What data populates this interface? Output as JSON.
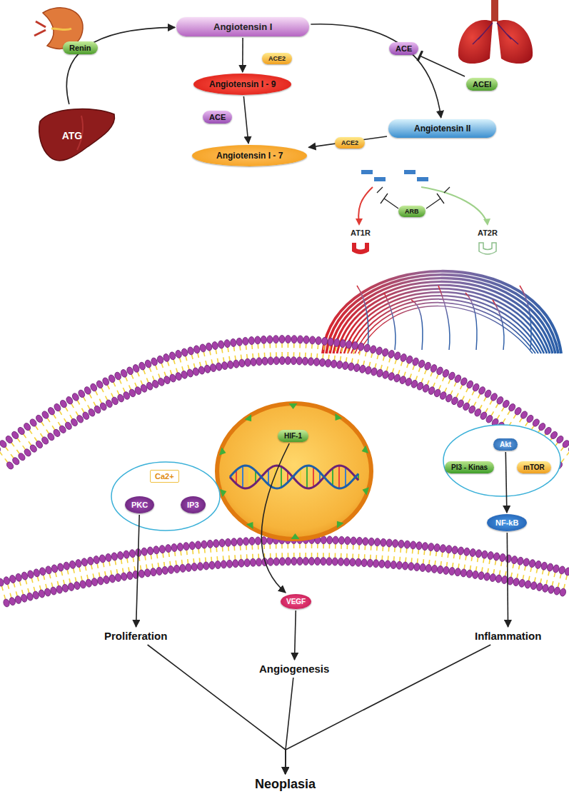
{
  "diagram": {
    "nodes": [
      {
        "text": [
          "Renin"
        ]
      },
      {
        "text": [
          "Angiotensin I"
        ]
      },
      {
        "text": [
          "ACE2"
        ]
      },
      {
        "text": [
          "Angiotensin I - 9"
        ]
      },
      {
        "text": [
          "ACE"
        ]
      },
      {
        "text": [
          "ACEI"
        ]
      },
      {
        "text": [
          "ATG"
        ]
      },
      {
        "text": [
          "ACE"
        ]
      },
      {
        "text": [
          "Angiotensin II"
        ]
      },
      {
        "text": [
          "ACE2"
        ]
      },
      {
        "text": [
          "Angiotensin I - 7"
        ]
      },
      {
        "text": [
          "ARB"
        ]
      },
      {
        "text": [
          "Ca2+"
        ]
      },
      {
        "text": [
          "PKC"
        ]
      },
      {
        "text": [
          "IP3"
        ]
      },
      {
        "text": [
          "HIF-1"
        ]
      },
      {
        "text": [
          "Akt"
        ]
      },
      {
        "text": [
          "PI3 - Kinas"
        ]
      },
      {
        "text": [
          "mTOR"
        ]
      },
      {
        "text": [
          "VEGF"
        ]
      },
      {
        "text": [
          "NF-kB"
        ]
      },
      {
        "text": [
          "Proliferation"
        ]
      },
      {
        "text": [
          "Angiogenesis"
        ]
      },
      {
        "text": [
          "Inflammation"
        ]
      },
      {
        "text": [
          "Neoplasia"
        ]
      }
    ],
    "edges": [
      {
        "from": 6,
        "to": 1,
        "arrow": "to"
      },
      {
        "from": 1,
        "to": 8,
        "arrow": "to"
      },
      {
        "from": 1,
        "to": 3,
        "arrow": "to"
      },
      {
        "from": 3,
        "to": 10,
        "arrow": "to"
      },
      {
        "from": 8,
        "to": 10,
        "arrow": "to"
      },
      {
        "from": 5,
        "to": 4,
        "arrow": "to"
      },
      {
        "from": 13,
        "to": 21,
        "arrow": "to"
      },
      {
        "from": 15,
        "to": 19,
        "arrow": "to"
      },
      {
        "from": 16,
        "to": 20,
        "arrow": "to"
      },
      {
        "from": 19,
        "to": 22,
        "arrow": "to"
      },
      {
        "from": 20,
        "to": 23,
        "arrow": "to"
      },
      {
        "from": 21,
        "to": 24,
        "arrow": "to"
      },
      {
        "from": 22,
        "to": 24,
        "arrow": "to"
      },
      {
        "from": 23,
        "to": 24,
        "arrow": "to"
      }
    ],
    "labels": [
      "AT1R",
      "AT2R"
    ]
  }
}
